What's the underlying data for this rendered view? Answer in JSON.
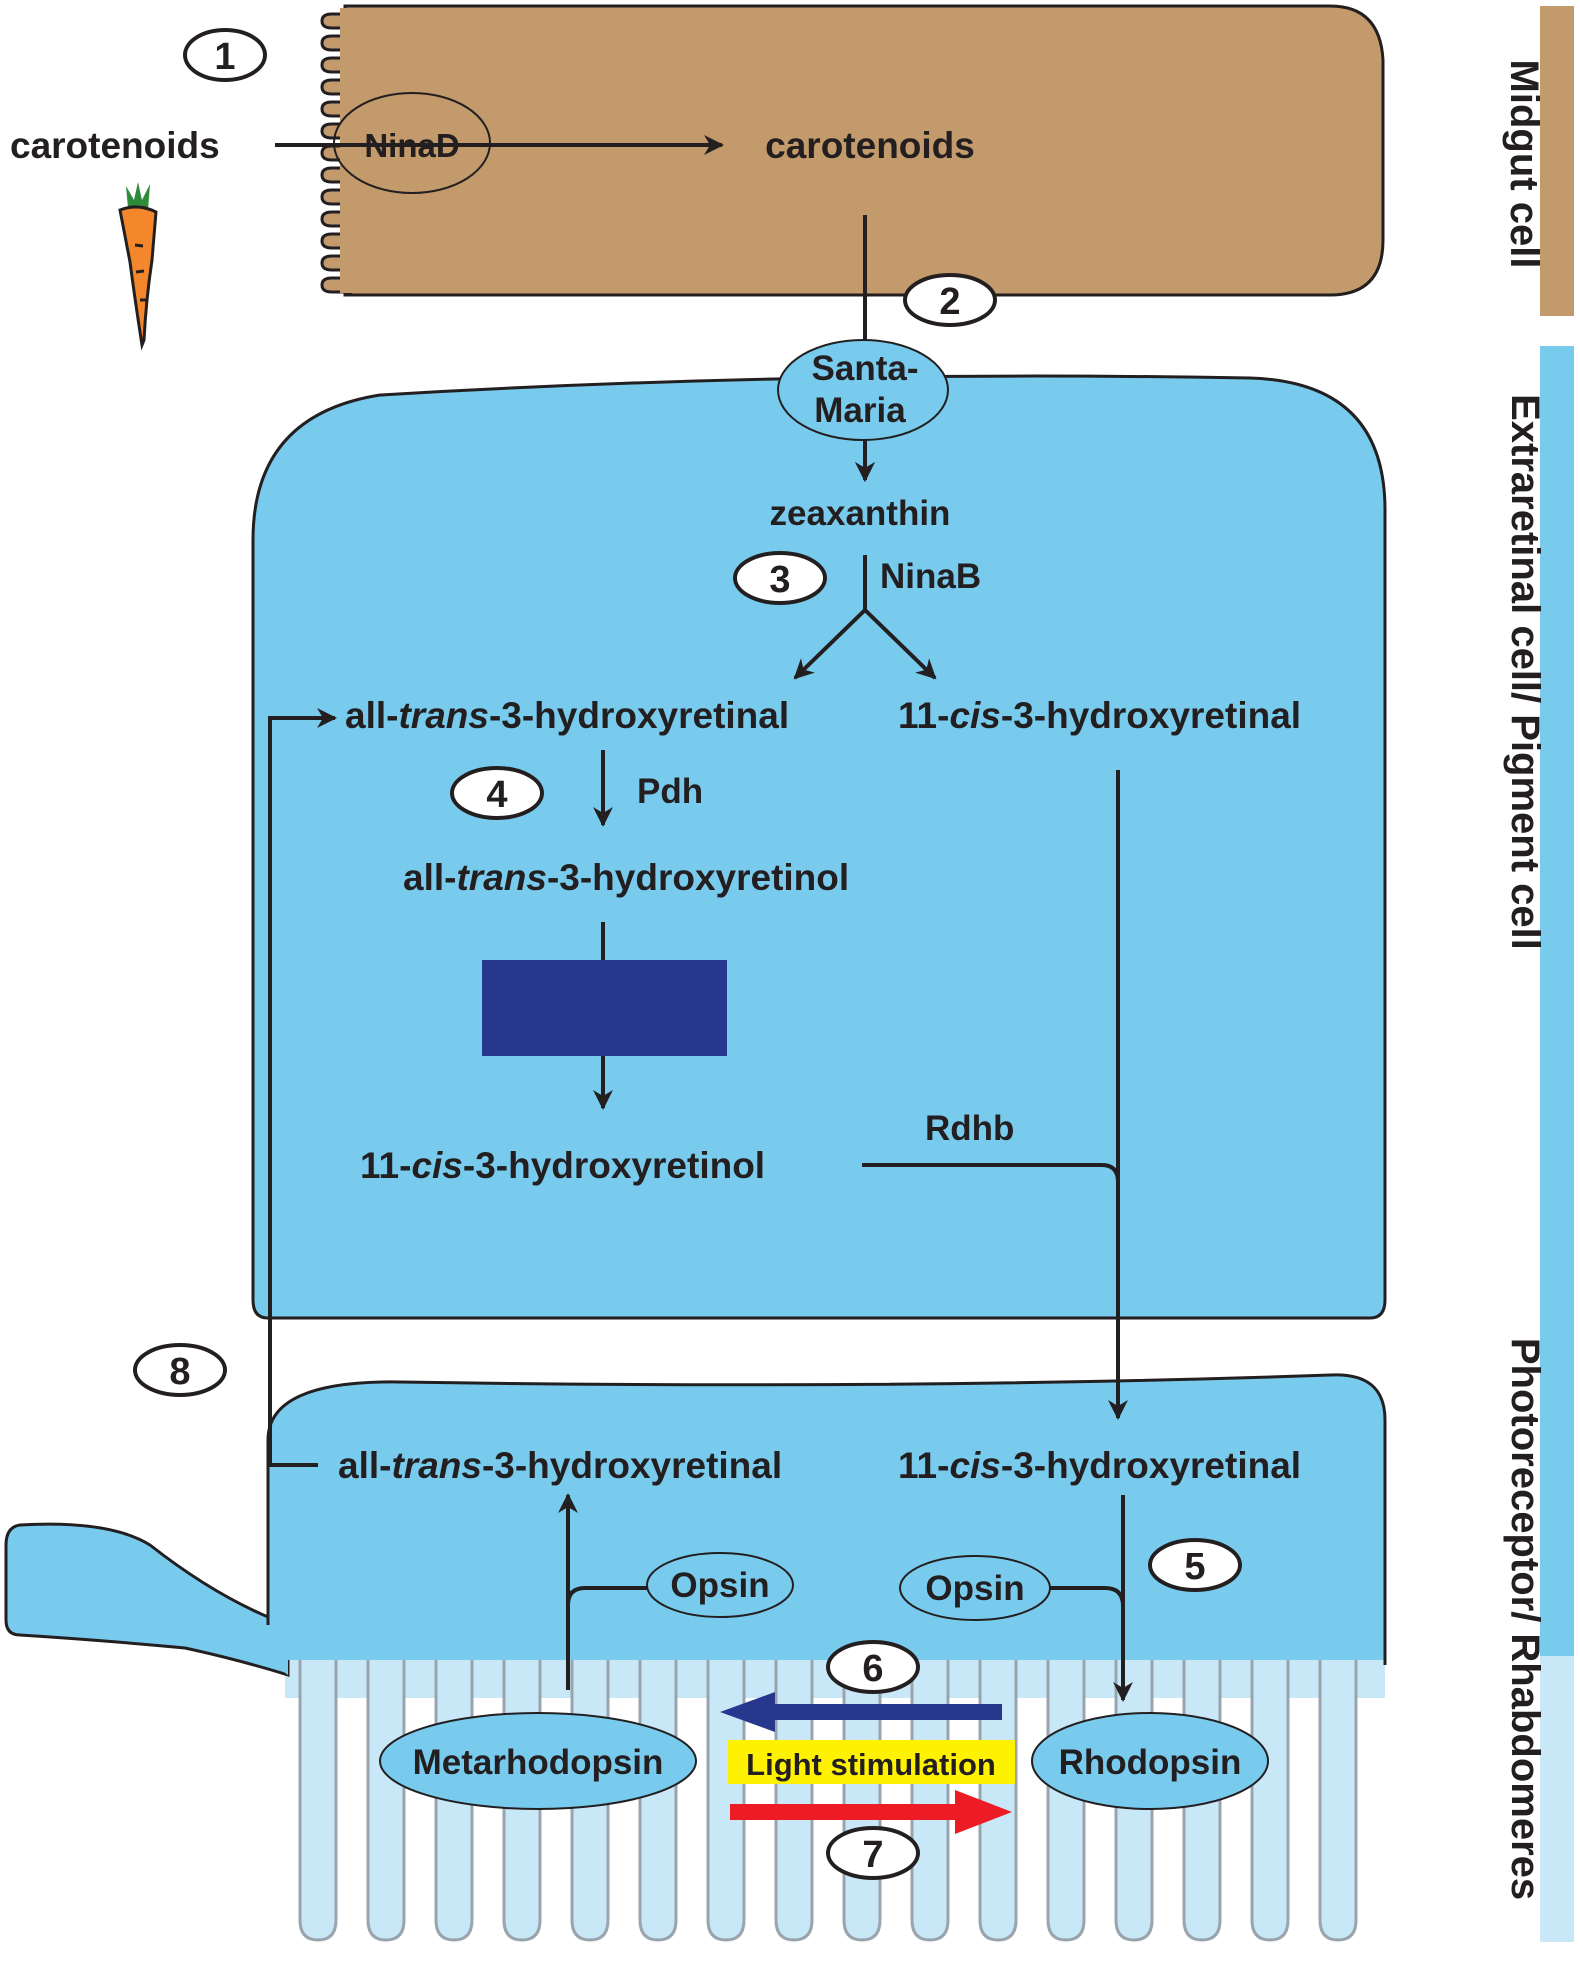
{
  "cells": {
    "midgut": "Midgut cell",
    "extraretinal": "Extraretinal cell/ Pigment cell",
    "photoreceptor": "Photoreceptor/ Rhabdomeres"
  },
  "colors": {
    "midgut": "#c29a6b",
    "extraretinal": "#79cbee",
    "rhabdomere": "#c8e7f7",
    "isomerase_box": "#27378e",
    "light_box": "#fff200",
    "arrow_blue": "#27378e",
    "arrow_red": "#ed1c24",
    "carrot": "#f4862b",
    "carrot_leaf": "#2f8a3a"
  },
  "steps": [
    "1",
    "2",
    "3",
    "4",
    "5",
    "6",
    "7",
    "8"
  ],
  "labels": {
    "carotenoids_outside": "carotenoids",
    "ninad": "NinaD",
    "carotenoids_inside": "carotenoids",
    "santa_maria_1": "Santa-",
    "santa_maria_2": "Maria",
    "zeaxanthin": "zeaxanthin",
    "ninab": "NinaB",
    "pdh": "Pdh",
    "rdhb": "Rdhb",
    "opsin_left": "Opsin",
    "opsin_right": "Opsin",
    "metarhodopsin": "Metarhodopsin",
    "rhodopsin": "Rhodopsin",
    "light_stimulation": "Light stimulation"
  },
  "molecules": {
    "at_retinal_er": {
      "prefix": "all-",
      "italic": "trans",
      "suffix": "-3-hydroxyretinal"
    },
    "cis_retinal_er": {
      "prefix": "11-",
      "italic": "cis",
      "suffix": "-3-hydroxyretinal"
    },
    "at_retinol": {
      "prefix": "all-",
      "italic": "trans",
      "suffix": "-3-hydroxyretinol"
    },
    "cis_retinol": {
      "prefix": "11-",
      "italic": "cis",
      "suffix": "-3-hydroxyretinol"
    },
    "at_retinal_pr": {
      "prefix": "all-",
      "italic": "trans",
      "suffix": "-3-hydroxyretinal"
    },
    "cis_retinal_pr": {
      "prefix": "11-",
      "italic": "cis",
      "suffix": "-3-hydroxyretinal"
    }
  }
}
